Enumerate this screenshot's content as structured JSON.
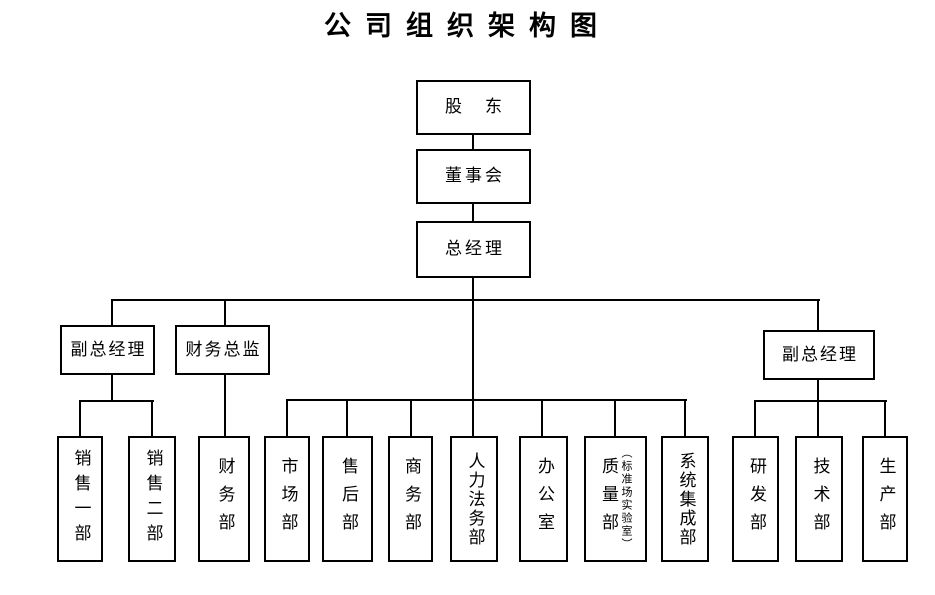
{
  "title": "公司组织架构图",
  "colors": {
    "line": "#000000",
    "background": "#ffffff",
    "text": "#000000"
  },
  "nodes": {
    "shareholders": {
      "label": "股　东"
    },
    "board": {
      "label": "董事会"
    },
    "general_manager": {
      "label": "总经理"
    },
    "vp_left": {
      "label": "副总经理"
    },
    "finance_director": {
      "label": "财务总监"
    },
    "vp_right": {
      "label": "副总经理"
    },
    "sales1": {
      "label": "销售一部"
    },
    "sales2": {
      "label": "销售二部"
    },
    "finance": {
      "label": "财务部"
    },
    "market": {
      "label": "市场部"
    },
    "aftersales": {
      "label": "售后部"
    },
    "commerce": {
      "label": "商务部"
    },
    "hr_legal": {
      "label": "人力法务部"
    },
    "office": {
      "label": "办公室"
    },
    "quality": {
      "label": "质量部",
      "sublabel": "（标准场实验室）"
    },
    "system_integration": {
      "label": "系统集成部"
    },
    "rnd": {
      "label": "研发部"
    },
    "tech": {
      "label": "技术部"
    },
    "production": {
      "label": "生产部"
    }
  },
  "structure": {
    "edges": [
      [
        "shareholders",
        "board"
      ],
      [
        "board",
        "general_manager"
      ],
      [
        "general_manager",
        "vp_left"
      ],
      [
        "general_manager",
        "finance_director"
      ],
      [
        "general_manager",
        "vp_right"
      ],
      [
        "general_manager",
        "market"
      ],
      [
        "general_manager",
        "aftersales"
      ],
      [
        "general_manager",
        "commerce"
      ],
      [
        "general_manager",
        "hr_legal"
      ],
      [
        "general_manager",
        "office"
      ],
      [
        "general_manager",
        "quality"
      ],
      [
        "general_manager",
        "system_integration"
      ],
      [
        "vp_left",
        "sales1"
      ],
      [
        "vp_left",
        "sales2"
      ],
      [
        "finance_director",
        "finance"
      ],
      [
        "vp_right",
        "rnd"
      ],
      [
        "vp_right",
        "tech"
      ],
      [
        "vp_right",
        "production"
      ]
    ]
  }
}
